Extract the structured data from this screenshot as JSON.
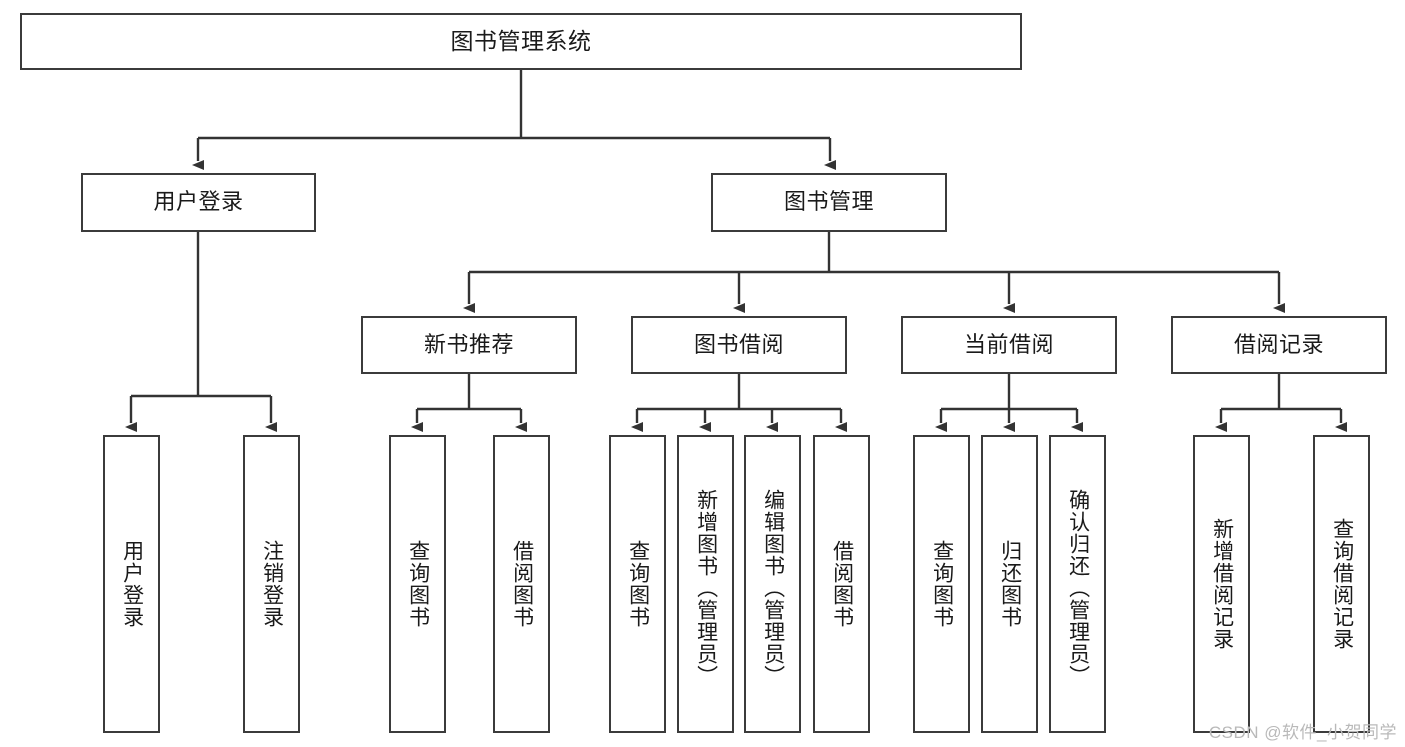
{
  "diagram": {
    "type": "tree",
    "title": "图书管理系统",
    "watermark": "CSDN @软件_小贺同学",
    "colors": {
      "background": "#ffffff",
      "box_border": "#3b3b3b",
      "box_fill": "#ffffff",
      "edge": "#333333",
      "text": "#1a1a1a",
      "watermark": "#b9b9b9"
    },
    "nodes": {
      "root": {
        "label": "图书管理系统"
      },
      "level2": [
        {
          "id": "user-login",
          "label": "用户登录"
        },
        {
          "id": "book-manage",
          "label": "图书管理"
        }
      ],
      "level3": [
        {
          "id": "new-book-recommend",
          "label": "新书推荐"
        },
        {
          "id": "book-borrow",
          "label": "图书借阅"
        },
        {
          "id": "current-borrow",
          "label": "当前借阅"
        },
        {
          "id": "borrow-record",
          "label": "借阅记录"
        }
      ],
      "leaves": [
        {
          "id": "leaf-user-login",
          "label": "用户登录",
          "parent": "user-login"
        },
        {
          "id": "leaf-user-logout",
          "label": "注销登录",
          "parent": "user-login"
        },
        {
          "id": "leaf-query-book-1",
          "label": "查询图书",
          "parent": "new-book-recommend"
        },
        {
          "id": "leaf-borrow-book-1",
          "label": "借阅图书",
          "parent": "new-book-recommend"
        },
        {
          "id": "leaf-query-book-2",
          "label": "查询图书",
          "parent": "book-borrow"
        },
        {
          "id": "leaf-add-book",
          "label": "新增图书（管理员）",
          "parent": "book-borrow"
        },
        {
          "id": "leaf-edit-book",
          "label": "编辑图书（管理员）",
          "parent": "book-borrow"
        },
        {
          "id": "leaf-borrow-book-2",
          "label": "借阅图书",
          "parent": "book-borrow"
        },
        {
          "id": "leaf-query-book-3",
          "label": "查询图书",
          "parent": "current-borrow"
        },
        {
          "id": "leaf-return-book",
          "label": "归还图书",
          "parent": "current-borrow"
        },
        {
          "id": "leaf-confirm-return",
          "label": "确认归还（管理员）",
          "parent": "current-borrow"
        },
        {
          "id": "leaf-add-record",
          "label": "新增借阅记录",
          "parent": "borrow-record"
        },
        {
          "id": "leaf-query-record",
          "label": "查询借阅记录",
          "parent": "borrow-record"
        }
      ]
    }
  }
}
